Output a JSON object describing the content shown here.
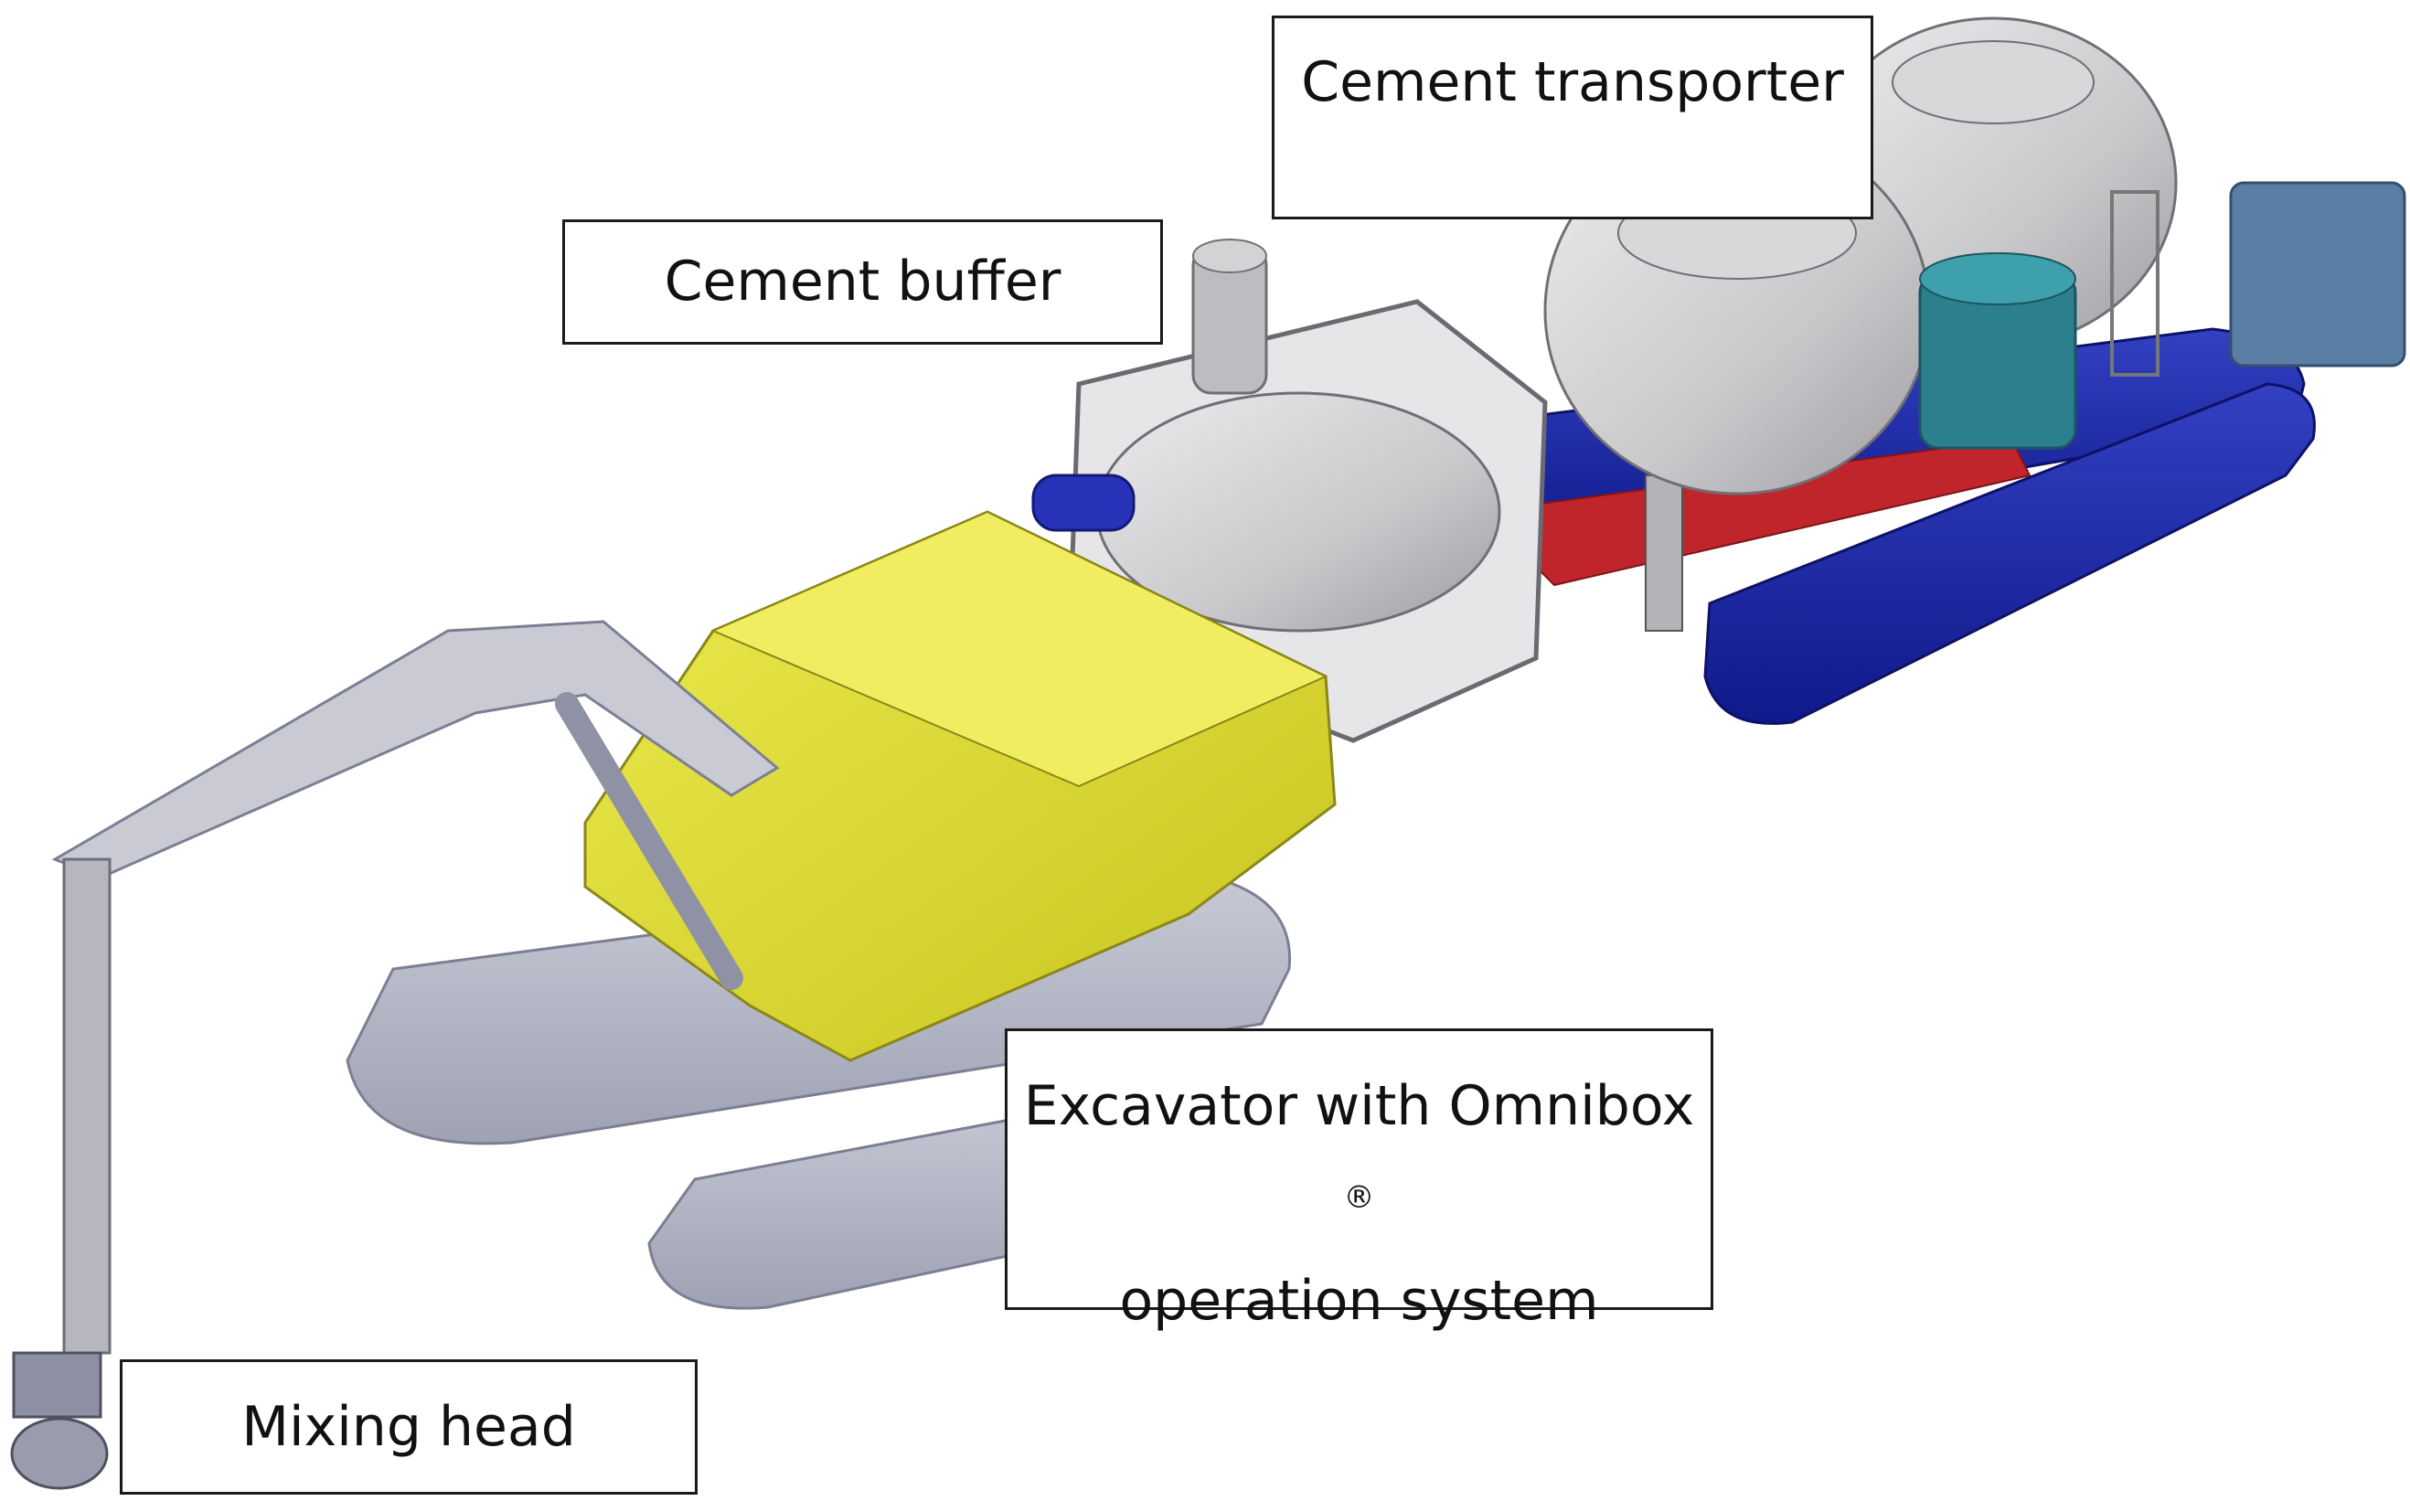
{
  "labels": {
    "cement_transporter": "Cement transporter",
    "cement_buffer": "Cement buffer",
    "excavator_line1": "Excavator with Omnibox",
    "excavator_reg": "®",
    "excavator_line2": "operation system",
    "mixing_head": "Mixing head"
  },
  "colors": {
    "excavator_body": "#d9d62b",
    "tracks_grey": "#b7bac9",
    "transporter_tracks": "#1c2aa3",
    "tanks": "#cfcfd2",
    "frame_red": "#c0252b",
    "teal_hopper": "#2c7f8c",
    "engine_blue": "#5b7ea5"
  }
}
